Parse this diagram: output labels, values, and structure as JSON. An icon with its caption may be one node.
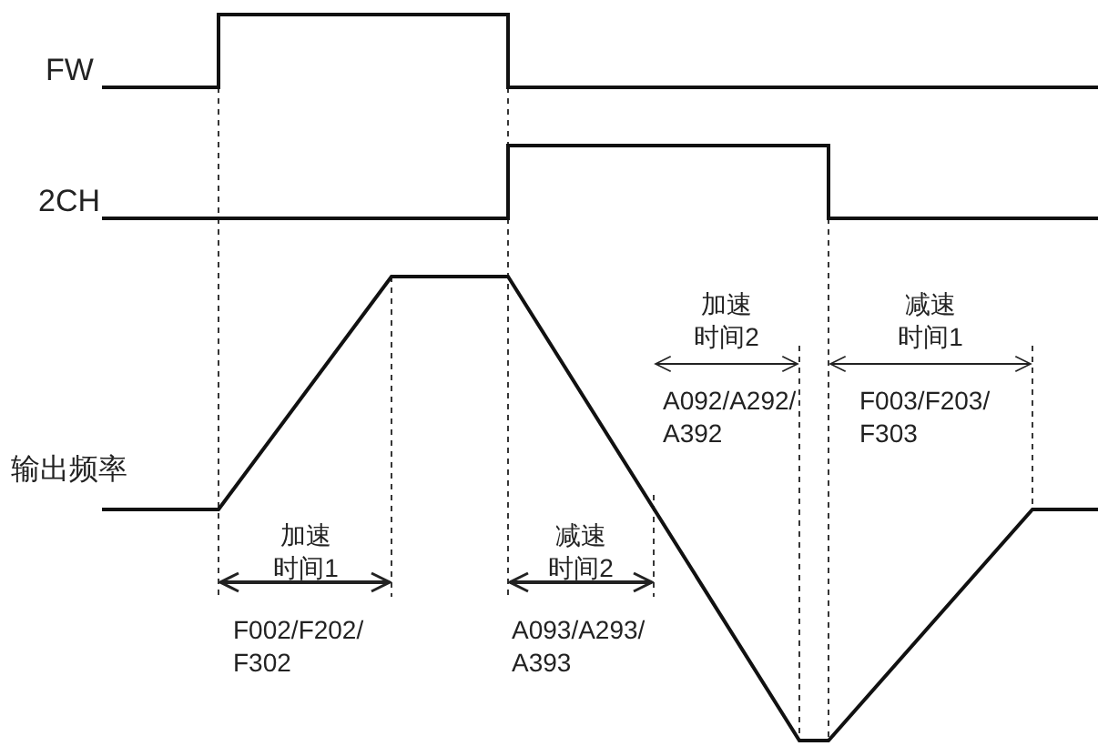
{
  "diagram": {
    "labels": [
      "FW",
      "2CH",
      "加速时间2",
      "减速时间1",
      "A092/A292/A392",
      "F003/F203/F303",
      "输出频率",
      "加速时间1",
      "减速时间2",
      "F002/F202/F302",
      "A093/A293/A393"
    ]
  }
}
